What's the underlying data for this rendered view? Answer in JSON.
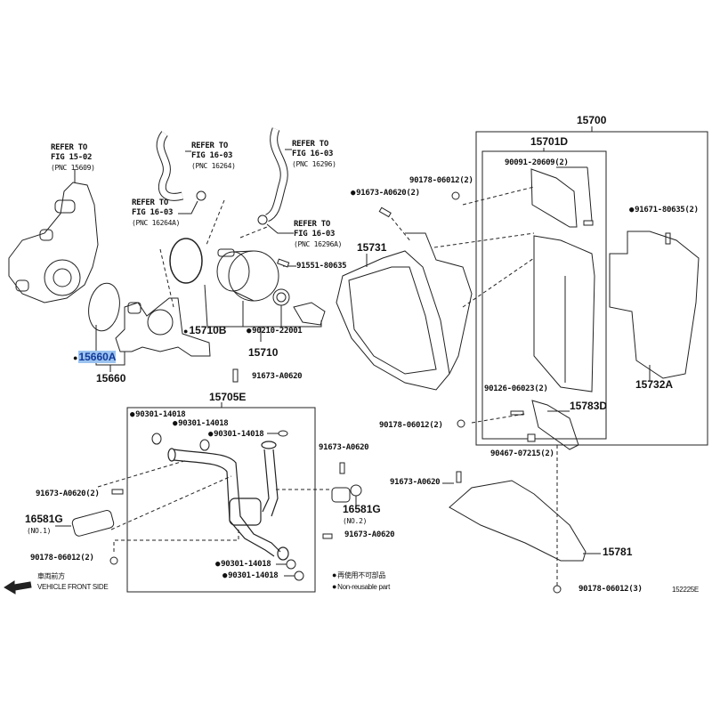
{
  "references": [
    {
      "line1": "REFER TO",
      "line2": "FIG 15-02",
      "line3": "(PNC 15609)"
    },
    {
      "line1": "REFER TO",
      "line2": "FIG 16-03",
      "line3": "(PNC 16264)"
    },
    {
      "line1": "REFER TO",
      "line2": "FIG 16-03",
      "line3": "(PNC 16296)"
    },
    {
      "line1": "REFER TO",
      "line2": "FIG 16-03",
      "line3": "(PNC 16264A)"
    },
    {
      "line1": "REFER TO",
      "line2": "FIG 16-03",
      "line3": "(PNC 16296A)"
    }
  ],
  "parts": {
    "p91551": "91551-80635",
    "p15710B": "15710B",
    "p90210": "90210-22001",
    "p15710": "15710",
    "p15660A": "15660A",
    "p15660": "15660",
    "p91673_a": "91673-A0620",
    "p15705E": "15705E",
    "p90301_1": "90301-14018",
    "p90301_2": "90301-14018",
    "p90301_3": "90301-14018",
    "p91673_b": "91673-A0620",
    "p91673_c": "91673-A0620(2)",
    "p16581G_1": "16581G",
    "p16581G_1_sub": "(NO.1)",
    "p16581G_2": "16581G",
    "p16581G_2_sub": "(NO.2)",
    "p91673_d": "91673-A0620",
    "p90178_a": "90178-06012(2)",
    "p90301_4": "90301-14018",
    "p90301_5": "90301-14018",
    "p15700": "15700",
    "p15701D": "15701D",
    "p90091": "90091-20609(2)",
    "p90178_b": "90178-06012(2)",
    "p91673_e": "91673-A0620(2)",
    "p15731": "15731",
    "p91671": "91671-80635(2)",
    "p15732A": "15732A",
    "p90126": "90126-06023(2)",
    "p15783D": "15783D",
    "p90178_c": "90178-06012(2)",
    "p90467": "90467-07215(2)",
    "p91673_f": "91673-A0620",
    "p15781": "15781",
    "p90178_d": "90178-06012(3)"
  },
  "legend": {
    "jp": "再使用不可部品",
    "en": "Non-reusable part"
  },
  "direction": {
    "jp": "車両前方",
    "en": "VEHICLE FRONT SIDE"
  },
  "figure_id": "152225E",
  "highlight_color": "#9cc3ef"
}
